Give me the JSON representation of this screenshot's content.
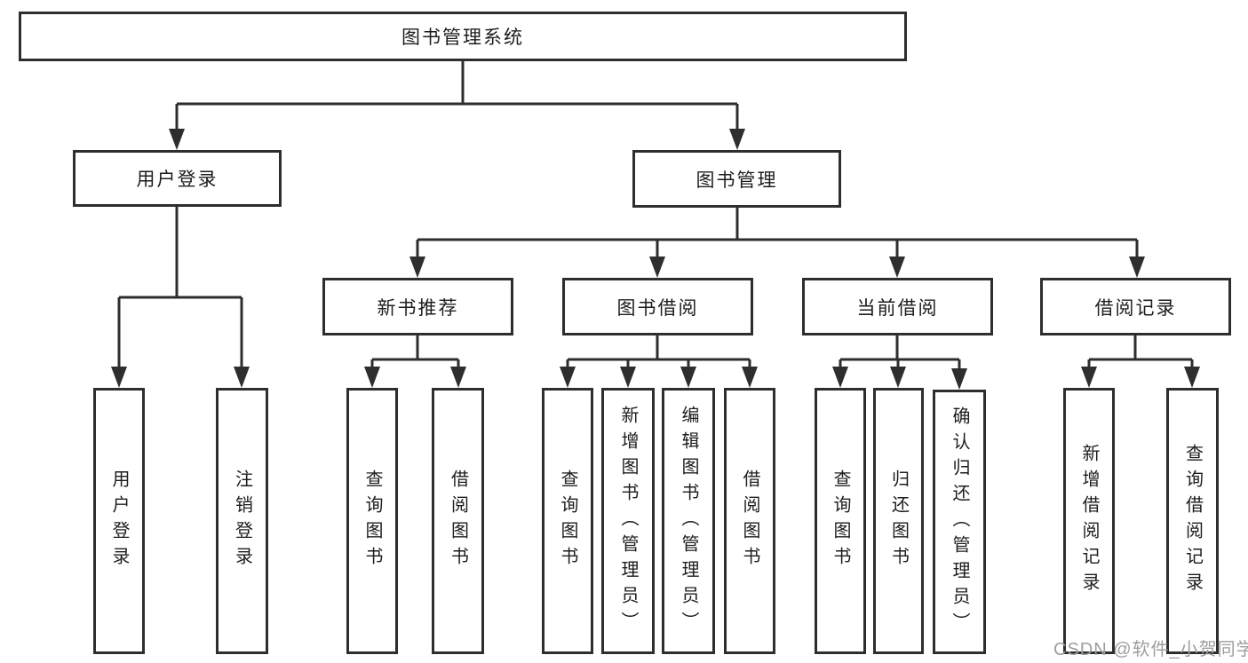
{
  "diagram": {
    "tree": {
      "root": "图书管理系统",
      "children": [
        {
          "label": "用户登录",
          "children": [
            "用户登录",
            "注销登录"
          ]
        },
        {
          "label": "图书管理",
          "children": [
            {
              "label": "新书推荐",
              "children": [
                "查询图书",
                "借阅图书"
              ]
            },
            {
              "label": "图书借阅",
              "children": [
                "查询图书",
                "新增图书（管理员）",
                "编辑图书（管理员）",
                "借阅图书"
              ]
            },
            {
              "label": "当前借阅",
              "children": [
                "查询图书",
                "归还图书",
                "确认归还（管理员）"
              ]
            },
            {
              "label": "借阅记录",
              "children": [
                "新增借阅记录",
                "查询借阅记录"
              ]
            }
          ]
        }
      ]
    },
    "line_color": "#2e2e2e",
    "box_fill": "#ffffff"
  },
  "watermark": {
    "text": "CSDN @软件_小贺同学",
    "color": "#9e9e9e"
  }
}
